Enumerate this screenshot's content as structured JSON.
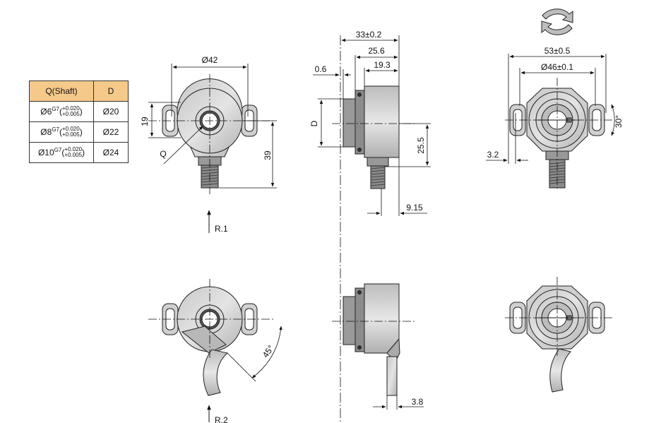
{
  "table": {
    "headers": [
      "Q(Shaft)",
      "D"
    ],
    "rows": [
      {
        "q": "Ø6",
        "fit": "G7",
        "tol_upper": "+0.020",
        "tol_lower": "+0.005",
        "d": "Ø20"
      },
      {
        "q": "Ø8",
        "fit": "G7",
        "tol_upper": "+0.020",
        "tol_lower": "+0.005",
        "d": "Ø22"
      },
      {
        "q": "Ø10",
        "fit": "G7",
        "tol_upper": "+0.020",
        "tol_lower": "+0.005",
        "d": "Ø24"
      }
    ]
  },
  "dimensions": {
    "front_diameter": "Ø42",
    "front_19": "19",
    "front_q": "Q",
    "front_39": "39",
    "side_33": "33±0.2",
    "side_25_6": "25.6",
    "side_19_3": "19.3",
    "side_0_6": "0.6",
    "side_D": "D",
    "side_25_5": "25.5",
    "side_9_15": "9.15",
    "side_3_8": "3.8",
    "right_53": "53±0.5",
    "right_46": "Ø46±0.1",
    "right_3_2": "3.2",
    "right_30": "30°",
    "angle_45": "45°"
  },
  "labels": {
    "view_r1": "R.1",
    "view_r2": "R.2"
  },
  "colors": {
    "body_fill": "#d8d8d8",
    "dark_fill": "#7a7a7a",
    "table_header": "#f5c98a",
    "line": "#111111"
  }
}
